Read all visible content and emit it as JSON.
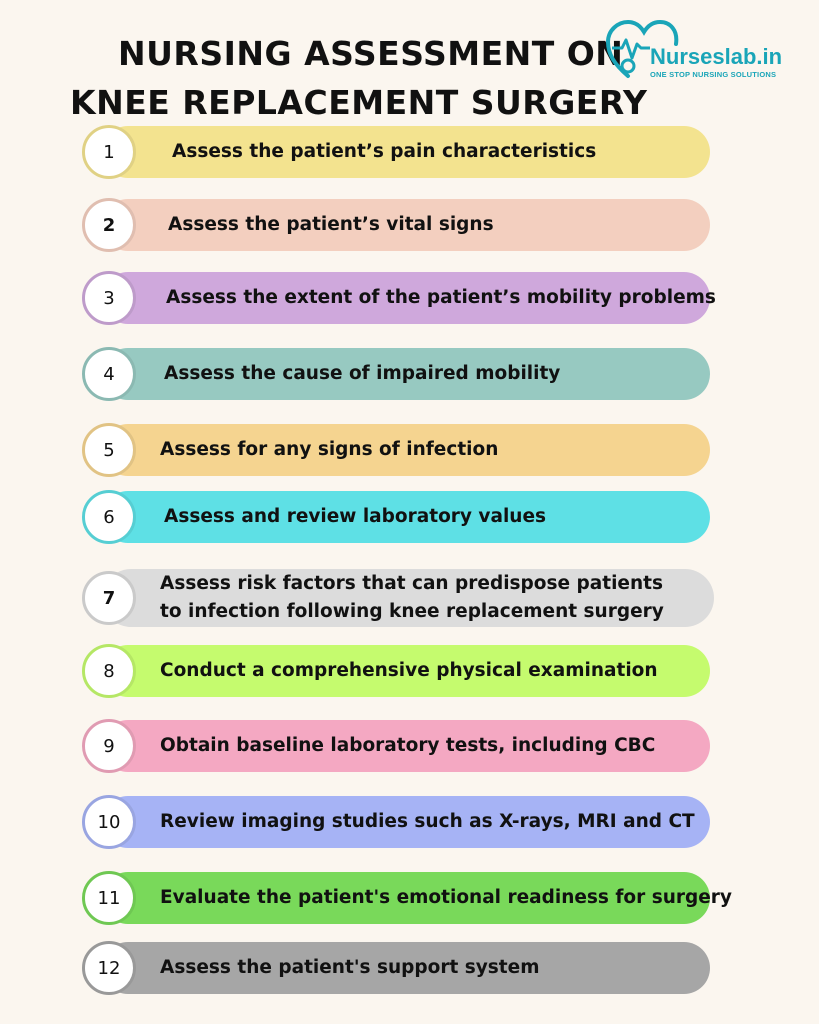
{
  "title": {
    "line1": "NURSING ASSESSMENT ON",
    "line2": "KNEE REPLACEMENT SURGERY"
  },
  "logo": {
    "name": "Nurseslab.in",
    "tagline": "ONE STOP NURSING SOLUTIONS",
    "icon": "heart-stethoscope-icon",
    "color": "#1aa5b8"
  },
  "items": [
    {
      "number": "1",
      "text": "Assess the patient’s pain characteristics",
      "color": "#f3e38f"
    },
    {
      "number": "2",
      "text": "Assess the patient’s vital signs",
      "color": "#f3cfbf"
    },
    {
      "number": "3",
      "text": "Assess the extent of the patient’s mobility problems",
      "color": "#cfa8dc"
    },
    {
      "number": "4",
      "text": "Assess the cause of impaired mobility",
      "color": "#97c9c1"
    },
    {
      "number": "5",
      "text": "Assess for any signs of infection",
      "color": "#f5d490"
    },
    {
      "number": "6",
      "text": "Assess and review laboratory values",
      "color": "#5ee0e5"
    },
    {
      "number": "7",
      "text": "Assess risk factors that can predispose patients to infection following knee replacement surgery",
      "color": "#dcdcdc"
    },
    {
      "number": "8",
      "text": "Conduct a comprehensive physical examination",
      "color": "#c5fb6e"
    },
    {
      "number": "9",
      "text": "Obtain baseline laboratory tests, including CBC",
      "color": "#f4a8c2"
    },
    {
      "number": "10",
      "text": "Review imaging studies such as X-rays, MRI and CT",
      "color": "#a6b3f5"
    },
    {
      "number": "11",
      "text": "Evaluate the patient's emotional readiness for surgery",
      "color": "#79d95a"
    },
    {
      "number": "12",
      "text": "Assess the patient's support system",
      "color": "#a6a6a6"
    }
  ]
}
